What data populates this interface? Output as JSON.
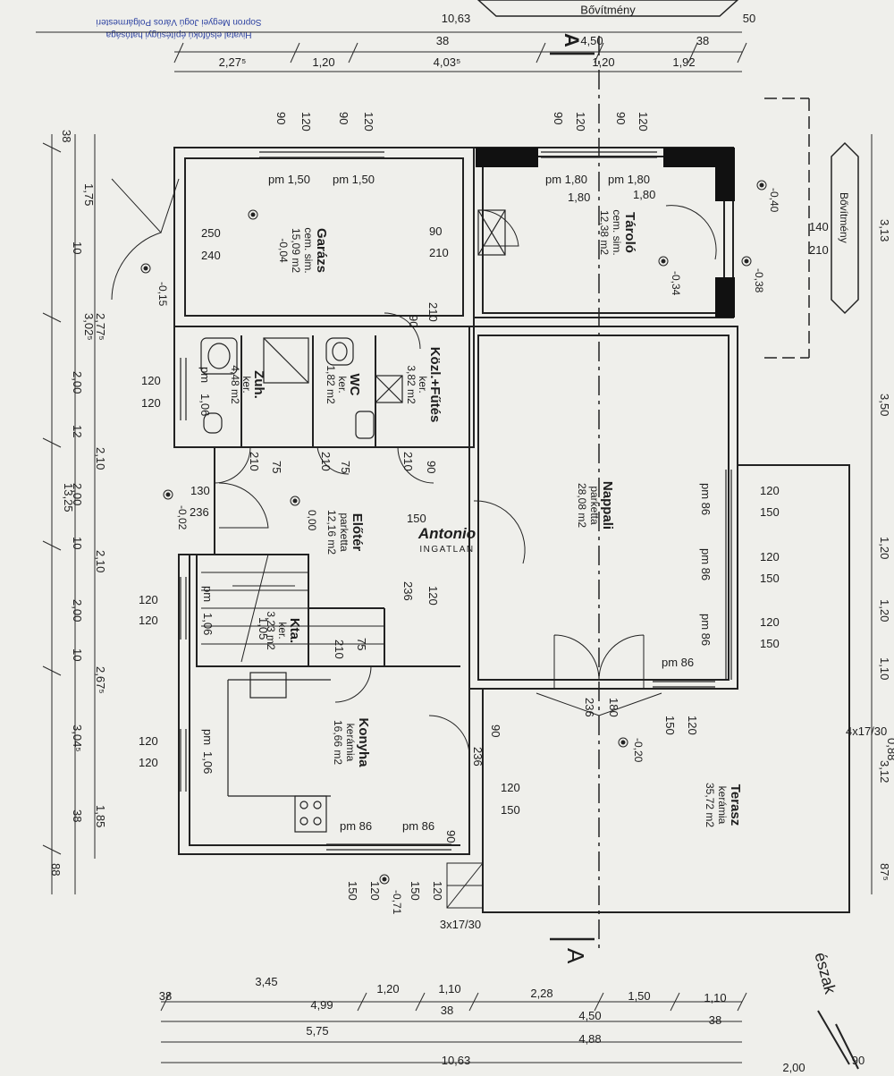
{
  "stamp": {
    "line1": "Hivatal elsőfokú építésügyi hatósága",
    "line2": "Sopron Megyei Jogú Város Polgármesteri"
  },
  "logo": {
    "name": "Antonio",
    "sub": "INGATLAN"
  },
  "section_marks": {
    "top": "A",
    "bottom": "A"
  },
  "north": "észak",
  "annex": "Bővítmény",
  "stair_note": "3x17/30",
  "annex_side": {
    "h1": "140",
    "h2": "210"
  },
  "rooms": {
    "garage": {
      "name": "Garázs",
      "floor": "cem. sim.",
      "area": "15,09 m2",
      "level": "-0,04"
    },
    "storage": {
      "name": "Tároló",
      "floor": "cem. sim.",
      "area": "12,38 m2",
      "level": "-0,34"
    },
    "shower": {
      "name": "Zuh.",
      "floor": "ker.",
      "area": "4,48 m2"
    },
    "wc": {
      "name": "WC",
      "floor": "ker.",
      "area": "1,82 m2"
    },
    "hall": {
      "name": "Közl.+Fűtés",
      "floor": "ker.",
      "area": "3,82 m2"
    },
    "entry": {
      "name": "Előtér",
      "floor": "parketta",
      "area": "12,16 m2",
      "level": "0,00"
    },
    "living": {
      "name": "Nappali",
      "floor": "parketta",
      "area": "28,08 m2"
    },
    "pantry": {
      "name": "Kta.",
      "floor": "ker.",
      "area": "3,23 m2"
    },
    "kitchen": {
      "name": "Konyha",
      "floor": "kerámia",
      "area": "16,66 m2"
    },
    "terrace": {
      "name": "Terasz",
      "floor": "kerámia",
      "area": "35,72 m2",
      "level": "-0,20"
    }
  },
  "levels": [
    "-0,15",
    "-0,40",
    "-0,38",
    "-0,02",
    "-0,71"
  ],
  "top_dims": {
    "row1": [
      "10,63",
      "50"
    ],
    "row2": [
      "38",
      "4,50",
      "38"
    ],
    "row3": [
      "2,27⁵",
      "1,20",
      "4,03⁵",
      "1,20",
      "1,92"
    ]
  },
  "bottom_dims": {
    "row1": [
      "3,45",
      "1,20",
      "1,10",
      "2,28",
      "1,50",
      "1,10"
    ],
    "row2": [
      "38",
      "4,99",
      "38",
      "4,50",
      "38"
    ],
    "row3": [
      "5,75",
      "4,88"
    ],
    "row4": [
      "10,63"
    ],
    "extra": [
      "2,00",
      "90"
    ]
  },
  "left_dims": {
    "outer": [
      "13,25"
    ],
    "middle": [
      "1,75",
      "3,02⁵",
      "2,77⁵",
      "2,10",
      "2,10",
      "2,67⁵",
      "1,85"
    ],
    "inner": [
      "38",
      "10",
      "2,00",
      "12",
      "2,00",
      "10",
      "2,00",
      "10",
      "3,04⁵",
      "38",
      "88"
    ]
  },
  "right_dims": [
    "3,13",
    "3,50",
    "1,20",
    "1,20",
    "1,10",
    "3,12",
    "87⁵"
  ],
  "openings": {
    "garage_windows": [
      [
        "90",
        "120"
      ],
      [
        "90",
        "120"
      ]
    ],
    "storage_windows": [
      [
        "90",
        "120"
      ],
      [
        "90",
        "120"
      ]
    ],
    "garage_pm": [
      "pm 1,50",
      "pm 1,50"
    ],
    "storage_pm": [
      "pm 1,80",
      "pm 1,80"
    ],
    "storage_pm_hand": [
      "1,80",
      "1,80"
    ],
    "garage_door": [
      "250",
      "240"
    ],
    "garage_inner_door": [
      "90",
      "210"
    ],
    "door_90_210": [
      "90",
      "210"
    ],
    "doors_210_75": [
      "210",
      "75",
      "210",
      "75",
      "210",
      "90"
    ],
    "shower_window": [
      "120",
      "120"
    ],
    "shower_pm": [
      "pm",
      "1,06"
    ],
    "entry_door": [
      "130",
      "236"
    ],
    "living_door": [
      "150",
      "236",
      "120"
    ],
    "stair_window": [
      "120",
      "120"
    ],
    "stair_pm": [
      "pm",
      "1,06"
    ],
    "pantry_door": [
      "1,05",
      "210",
      "75"
    ],
    "kitchen_window": [
      "120",
      "120"
    ],
    "kitchen_pm": [
      "pm",
      "1,06"
    ],
    "kitchen_door": [
      "90",
      "236"
    ],
    "kitchen_bottom_pm": [
      "pm 86",
      "pm 86"
    ],
    "kitchen_bottom": [
      "150",
      "120",
      "150",
      "120"
    ],
    "living_right": [
      [
        "pm 86",
        "120",
        "150"
      ],
      [
        "pm 86",
        "120",
        "150"
      ],
      [
        "pm 86",
        "120",
        "150"
      ]
    ],
    "terrace_door": [
      "236",
      "180"
    ],
    "terrace_door_side": [
      "150",
      "120"
    ],
    "living_bottom_pm": "pm 86",
    "terrace_opening": [
      "120",
      "150"
    ],
    "stair_right": "4x17/30",
    "terrace_right": "0,88"
  }
}
